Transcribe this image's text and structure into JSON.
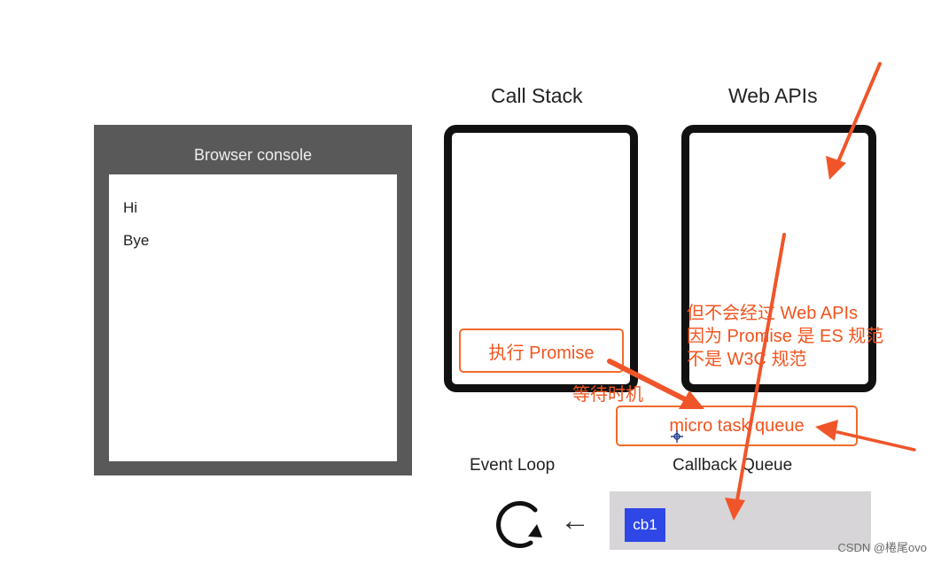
{
  "console": {
    "title": "Browser console",
    "lines": [
      "Hi",
      "Bye"
    ]
  },
  "call_stack": {
    "heading": "Call Stack"
  },
  "web_apis": {
    "heading": "Web APIs"
  },
  "annotations": {
    "execute_promise": "执行 Promise",
    "wait_timing": "等待时机",
    "note_lines": [
      "但不会经过 Web APIs",
      "因为 Promise 是 ES 规范",
      "不是 W3C 规范"
    ],
    "micro_task_queue": "micro task queue"
  },
  "event_loop": {
    "label": "Event Loop",
    "icon": "refresh-loop-icon"
  },
  "callback_queue": {
    "label": "Callback Queue",
    "items": [
      "cb1"
    ]
  },
  "arrow_left": "←",
  "watermark": "CSDN @棬尾ovo",
  "colors": {
    "annotation": "#f0541e",
    "cb_item": "#2f47e6",
    "console_frame": "#595959"
  }
}
